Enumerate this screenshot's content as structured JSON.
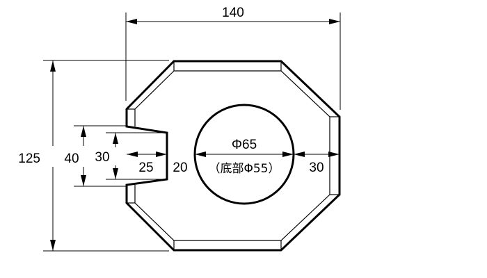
{
  "dimensions": {
    "overall_width": "140",
    "overall_height": "125",
    "slot_outer_height": "40",
    "slot_inner_height": "30",
    "slot_depth": "25",
    "slot_to_hole_gap": "20",
    "hole_to_edge_gap": "30"
  },
  "hole": {
    "diameter_label": "Φ65",
    "bottom_diameter_label": "（底部Φ55）"
  }
}
